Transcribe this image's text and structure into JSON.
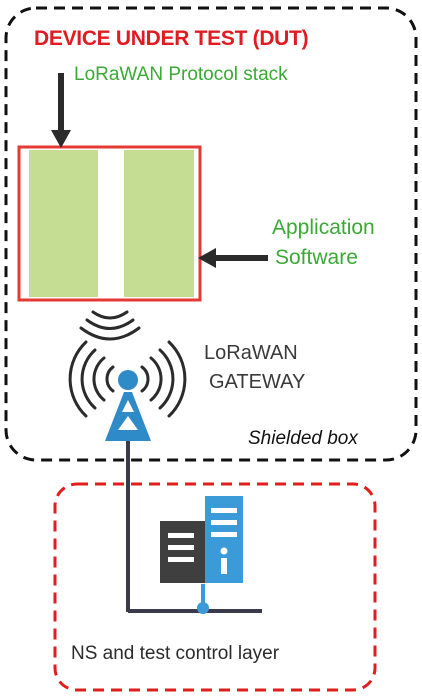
{
  "colors": {
    "dut_title": "#e11b22",
    "green_text": "#3aaa35",
    "dark_text": "#3a3a3a",
    "block_fill": "#c5dc93",
    "block_border": "#e53935",
    "shielded_border": "#111111",
    "control_border": "#e01e1e",
    "gateway_blue": "#2e8bc8",
    "server_dark": "#3f3f3f",
    "server_blue": "#3b9ad8",
    "arrow_dark": "#2b2b2b"
  },
  "dut": {
    "title": "DEVICE UNDER TEST (DUT)",
    "stack_label": "LoRaWAN Protocol stack",
    "app_label_line1": "Application",
    "app_label_line2": "Software"
  },
  "gateway": {
    "label_line1": "LoRaWAN",
    "label_line2": "GATEWAY"
  },
  "shielded_box": {
    "label": "Shielded box"
  },
  "control_layer": {
    "label": "NS and test control layer"
  },
  "icons": [
    "lorawan-device-block",
    "radio-waves-icon",
    "gateway-antenna-icon",
    "server-icon",
    "info-icon"
  ]
}
